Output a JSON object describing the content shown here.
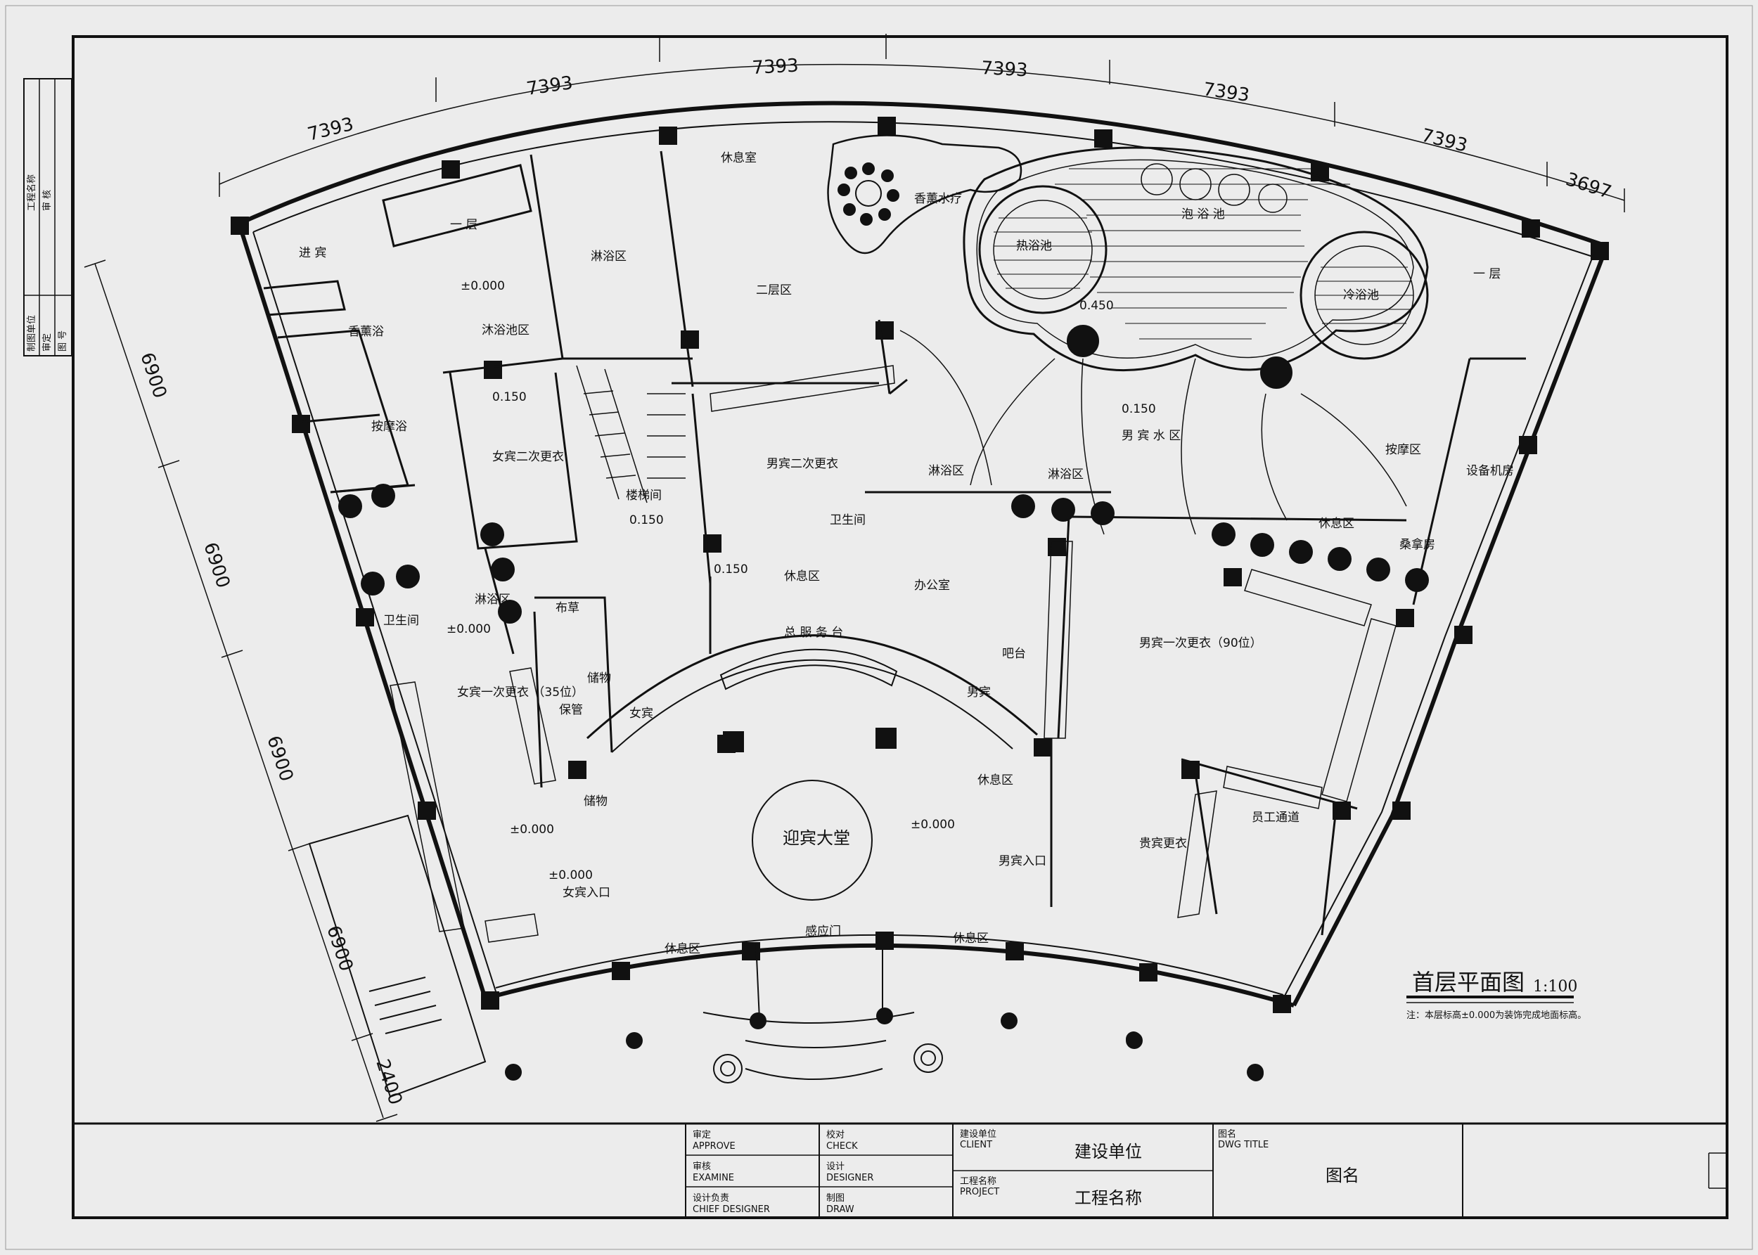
{
  "colors": {
    "paper": "#ececec",
    "ink": "#111111"
  },
  "dimensions": {
    "top": [
      "7393",
      "7393",
      "7393",
      "7393",
      "7393",
      "7393",
      "3697"
    ],
    "left": [
      "6900",
      "6900",
      "6900",
      "6900",
      "2400"
    ]
  },
  "levels": [
    "±0.000",
    "0.150",
    "0.150",
    "0.150",
    "±0.000",
    "0.450",
    "0.150",
    "±0.000",
    "±0.000",
    "±0.000"
  ],
  "rooms": {
    "r01": "进 宾",
    "r02": "一 层",
    "r03": "淋浴区",
    "r04": "休息室",
    "r05": "香薰水疗",
    "r06": "热浴池",
    "r07": "泡 浴 池",
    "r08": "冷浴池",
    "r09": "一 层",
    "r10": "香薰浴",
    "r11": "按摩浴",
    "r12": "沐浴池区",
    "r13": "女宾二次更衣",
    "r14": "楼梯间",
    "r15": "男宾二次更衣",
    "r16": "二层区",
    "r17": "男 宾 水 区",
    "r18": "按摩区",
    "r19": "设备机房",
    "r20": "桑拿房",
    "r21": "卫生间",
    "r22": "淋浴区",
    "r23": "布草",
    "r24": "休息区",
    "r25": "淋浴区",
    "r26": "淋浴区",
    "r27": "休息区",
    "r28": "办公室",
    "r29": "卫生间",
    "r30": "女宾一次更衣\n（35位）",
    "r31": "储物",
    "r32": "保管",
    "r33": "总 服 务 台",
    "r34": "女宾",
    "r35": "男宾",
    "r36": "吧台",
    "r37": "男宾一次更衣（90位）",
    "r38": "休息区",
    "r39": "女宾入口",
    "r40": "男宾入口",
    "r41": "贵宾更衣",
    "r42": "员工通道",
    "r43": "感应门",
    "r44": "休息区",
    "r45": "休息区",
    "r46": "迎宾大堂",
    "r47": "储物"
  },
  "drawing": {
    "title": "首层平面图",
    "scale": "1:100",
    "note": "注：本层标高±0.000为装饰完成地面标高。"
  },
  "titleblock": {
    "approve": "审定",
    "approve_en": "APPROVE",
    "check": "校对",
    "check_en": "CHECK",
    "examine": "审核",
    "examine_en": "EXAMINE",
    "designer": "设计",
    "designer_en": "DESIGNER",
    "chief": "设计负责",
    "chief_en": "CHIEF DESIGNER",
    "drawn": "制图",
    "drawn_en": "DRAW",
    "client": "建设单位",
    "client_en": "CLIENT",
    "client_value": "建设单位",
    "project": "工程名称",
    "project_en": "PROJECT",
    "project_value": "工程名称",
    "dwg": "图名",
    "dwg_en": "DWG TITLE",
    "dwg_value": "图名"
  },
  "sidebar": {
    "s1": "工程名称",
    "s2": "审 核",
    "s3": "制图单位",
    "s4": "审定",
    "s5": "图 号"
  }
}
